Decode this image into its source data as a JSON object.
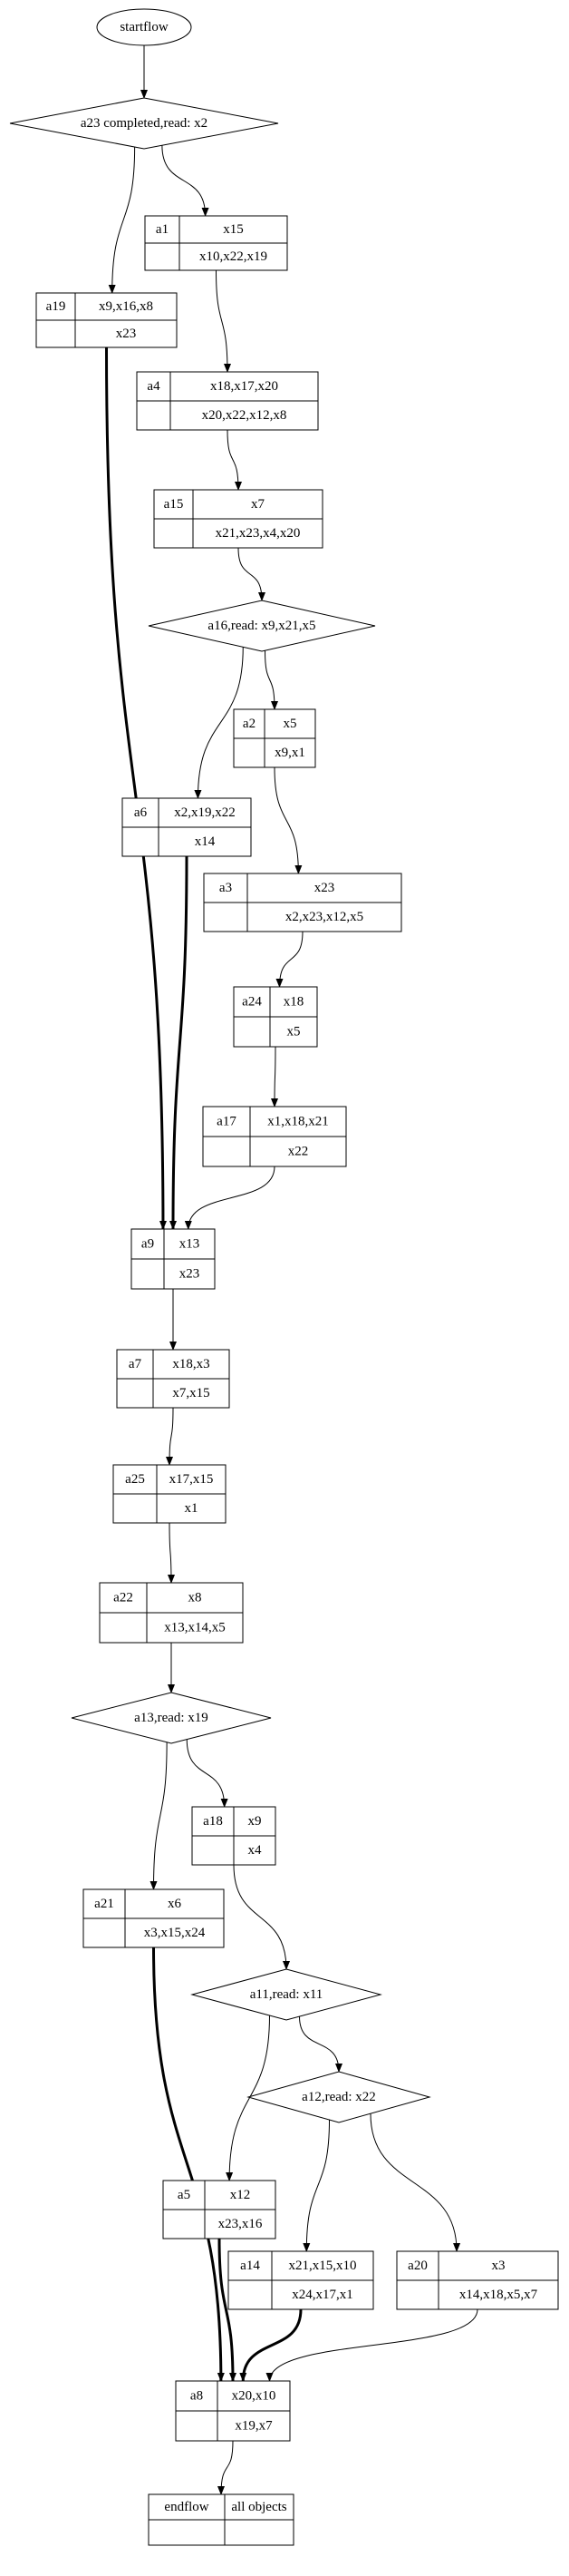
{
  "nodes": [
    {
      "id": "start",
      "shape": "ellipse",
      "label": "startflow"
    },
    {
      "id": "d_a23",
      "shape": "diamond",
      "label": "a23 completed,read: x2"
    },
    {
      "id": "a1",
      "shape": "record",
      "name": "a1",
      "top": "x15",
      "bottom": "x10,x22,x19"
    },
    {
      "id": "a19",
      "shape": "record",
      "name": "a19",
      "top": "x9,x16,x8",
      "bottom": "x23"
    },
    {
      "id": "a4",
      "shape": "record",
      "name": "a4",
      "top": "x18,x17,x20",
      "bottom": "x20,x22,x12,x8"
    },
    {
      "id": "a15",
      "shape": "record",
      "name": "a15",
      "top": "x7",
      "bottom": "x21,x23,x4,x20"
    },
    {
      "id": "d_a16",
      "shape": "diamond",
      "label": "a16,read: x9,x21,x5"
    },
    {
      "id": "a2",
      "shape": "record",
      "name": "a2",
      "top": "x5",
      "bottom": "x9,x1"
    },
    {
      "id": "a6",
      "shape": "record",
      "name": "a6",
      "top": "x2,x19,x22",
      "bottom": "x14"
    },
    {
      "id": "a3",
      "shape": "record",
      "name": "a3",
      "top": "x23",
      "bottom": "x2,x23,x12,x5"
    },
    {
      "id": "a24",
      "shape": "record",
      "name": "a24",
      "top": "x18",
      "bottom": "x5"
    },
    {
      "id": "a17",
      "shape": "record",
      "name": "a17",
      "top": "x1,x18,x21",
      "bottom": "x22"
    },
    {
      "id": "a9",
      "shape": "record",
      "name": "a9",
      "top": "x13",
      "bottom": "x23"
    },
    {
      "id": "a7",
      "shape": "record",
      "name": "a7",
      "top": "x18,x3",
      "bottom": "x7,x15"
    },
    {
      "id": "a25",
      "shape": "record",
      "name": "a25",
      "top": "x17,x15",
      "bottom": "x1"
    },
    {
      "id": "a22",
      "shape": "record",
      "name": "a22",
      "top": "x8",
      "bottom": "x13,x14,x5"
    },
    {
      "id": "d_a13",
      "shape": "diamond",
      "label": "a13,read: x19"
    },
    {
      "id": "a18",
      "shape": "record",
      "name": "a18",
      "top": "x9",
      "bottom": "x4"
    },
    {
      "id": "a21",
      "shape": "record",
      "name": "a21",
      "top": "x6",
      "bottom": "x3,x15,x24"
    },
    {
      "id": "d_a11",
      "shape": "diamond",
      "label": "a11,read: x11"
    },
    {
      "id": "d_a12",
      "shape": "diamond",
      "label": "a12,read: x22"
    },
    {
      "id": "a5",
      "shape": "record",
      "name": "a5",
      "top": "x12",
      "bottom": "x23,x16"
    },
    {
      "id": "a14",
      "shape": "record",
      "name": "a14",
      "top": "x21,x15,x10",
      "bottom": "x24,x17,x1"
    },
    {
      "id": "a20",
      "shape": "record",
      "name": "a20",
      "top": "x3",
      "bottom": "x14,x18,x5,x7"
    },
    {
      "id": "a8",
      "shape": "record",
      "name": "a8",
      "top": "x20,x10",
      "bottom": "x19,x7"
    },
    {
      "id": "end",
      "shape": "box2",
      "left": "endflow",
      "right": "all objects"
    }
  ],
  "edges": [
    {
      "from": "start",
      "to": "d_a23",
      "bold": false
    },
    {
      "from": "d_a23",
      "to": "a1",
      "bold": false
    },
    {
      "from": "d_a23",
      "to": "a19",
      "bold": false
    },
    {
      "from": "a1",
      "to": "a4",
      "bold": false
    },
    {
      "from": "a4",
      "to": "a15",
      "bold": false
    },
    {
      "from": "a15",
      "to": "d_a16",
      "bold": false
    },
    {
      "from": "d_a16",
      "to": "a2",
      "bold": false
    },
    {
      "from": "d_a16",
      "to": "a6",
      "bold": false
    },
    {
      "from": "a2",
      "to": "a3",
      "bold": false
    },
    {
      "from": "a3",
      "to": "a24",
      "bold": false
    },
    {
      "from": "a24",
      "to": "a17",
      "bold": false
    },
    {
      "from": "a17",
      "to": "a9",
      "bold": false
    },
    {
      "from": "a19",
      "to": "a9",
      "bold": true
    },
    {
      "from": "a6",
      "to": "a9",
      "bold": true
    },
    {
      "from": "a9",
      "to": "a7",
      "bold": false
    },
    {
      "from": "a7",
      "to": "a25",
      "bold": false
    },
    {
      "from": "a25",
      "to": "a22",
      "bold": false
    },
    {
      "from": "a22",
      "to": "d_a13",
      "bold": false
    },
    {
      "from": "d_a13",
      "to": "a18",
      "bold": false
    },
    {
      "from": "d_a13",
      "to": "a21",
      "bold": false
    },
    {
      "from": "a18",
      "to": "d_a11",
      "bold": false
    },
    {
      "from": "d_a11",
      "to": "d_a12",
      "bold": false
    },
    {
      "from": "d_a11",
      "to": "a5",
      "bold": false
    },
    {
      "from": "d_a12",
      "to": "a14",
      "bold": false
    },
    {
      "from": "d_a12",
      "to": "a20",
      "bold": false
    },
    {
      "from": "a21",
      "to": "a8",
      "bold": true
    },
    {
      "from": "a5",
      "to": "a8",
      "bold": true
    },
    {
      "from": "a14",
      "to": "a8",
      "bold": true
    },
    {
      "from": "a20",
      "to": "a8",
      "bold": false
    },
    {
      "from": "a8",
      "to": "end",
      "bold": false
    }
  ]
}
